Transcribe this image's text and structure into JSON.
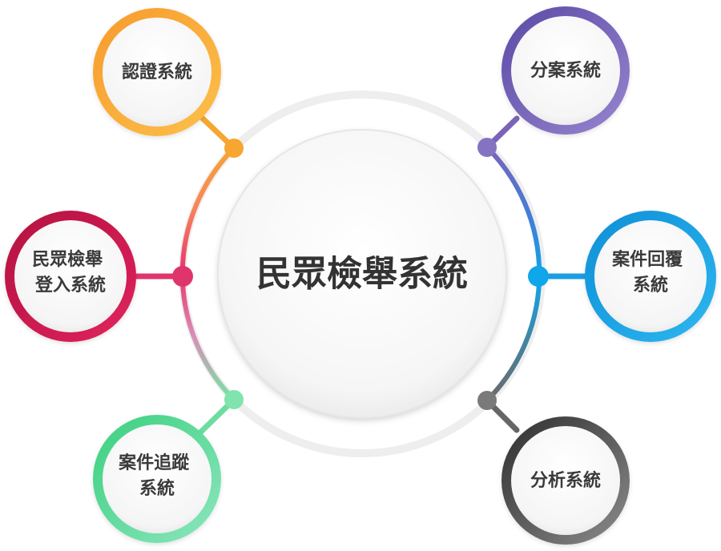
{
  "center": {
    "title": "民眾檢舉系統"
  },
  "nodes": [
    {
      "id": "auth",
      "lines": [
        "認證系統"
      ],
      "color": "#f7a631"
    },
    {
      "id": "login",
      "lines": [
        "民眾檢舉",
        "登入系統"
      ],
      "color": "#c8174f"
    },
    {
      "id": "tracking",
      "lines": [
        "案件追蹤",
        "系統"
      ],
      "color": "#5ad58f"
    },
    {
      "id": "dispatch",
      "lines": [
        "分案系統"
      ],
      "color": "#7a64b8"
    },
    {
      "id": "reply",
      "lines": [
        "案件回覆",
        "系統"
      ],
      "color": "#1a9de2"
    },
    {
      "id": "analysis",
      "lines": [
        "分析系統"
      ],
      "color": "#555555"
    }
  ]
}
